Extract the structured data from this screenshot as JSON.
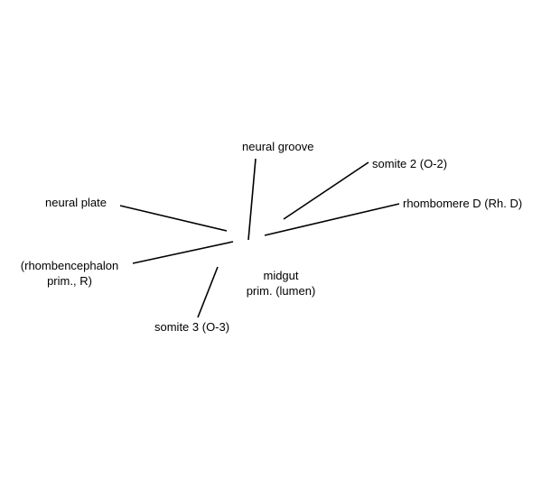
{
  "labels": {
    "neural_groove": "neural groove",
    "somite_2": "somite 2 (O-2)",
    "neural_plate": "neural plate",
    "rhombomere_d": "rhombomere D (Rh. D)",
    "rhombencephalon_line1": "(rhombencephalon",
    "rhombencephalon_line2": "prim., R)",
    "midgut_line1": "midgut",
    "midgut_line2": "prim. (lumen)",
    "somite_3": "somite 3 (O-3)"
  },
  "colors": {
    "line": "#000000",
    "text": "#000000",
    "background": "#ffffff"
  }
}
